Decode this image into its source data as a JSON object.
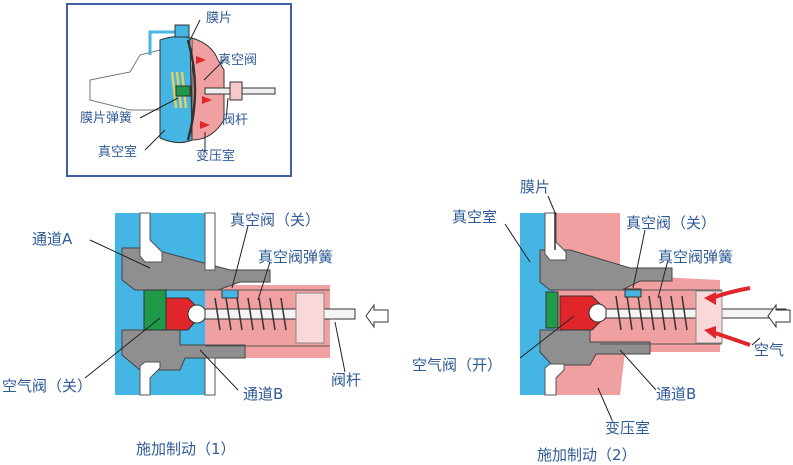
{
  "inset": {
    "labels": {
      "diaphragm": "膜片",
      "vacuum_valve": "真空阀",
      "diaphragm_spring": "膜片弹簧",
      "valve_rod": "阀杆",
      "vacuum_chamber": "真空室",
      "variable_chamber": "变压室"
    }
  },
  "left_diagram": {
    "labels": {
      "vacuum_valve_closed": "真空阀（关）",
      "passage_a": "通道A",
      "vacuum_valve_spring": "真空阀弹簧",
      "air_valve_closed": "空气阀（关）",
      "passage_b": "通道B",
      "valve_rod": "阀杆"
    },
    "caption": "施加制动（1）"
  },
  "right_diagram": {
    "labels": {
      "diaphragm": "膜片",
      "vacuum_chamber": "真空室",
      "vacuum_valve_closed": "真空阀（关）",
      "vacuum_valve_spring": "真空阀弹簧",
      "air_valve_open": "空气阀（开）",
      "passage_b": "通道B",
      "variable_chamber": "变压室",
      "air": "空气"
    },
    "caption": "施加制动（2）"
  },
  "colors": {
    "vacuum_blue": "#45b5e3",
    "pressure_pink": "#f0a0a0",
    "body_gray": "#8f8f8f",
    "valve_red": "#e0262a",
    "valve_green": "#1f9a4a",
    "label_blue": "#2f5b96"
  }
}
